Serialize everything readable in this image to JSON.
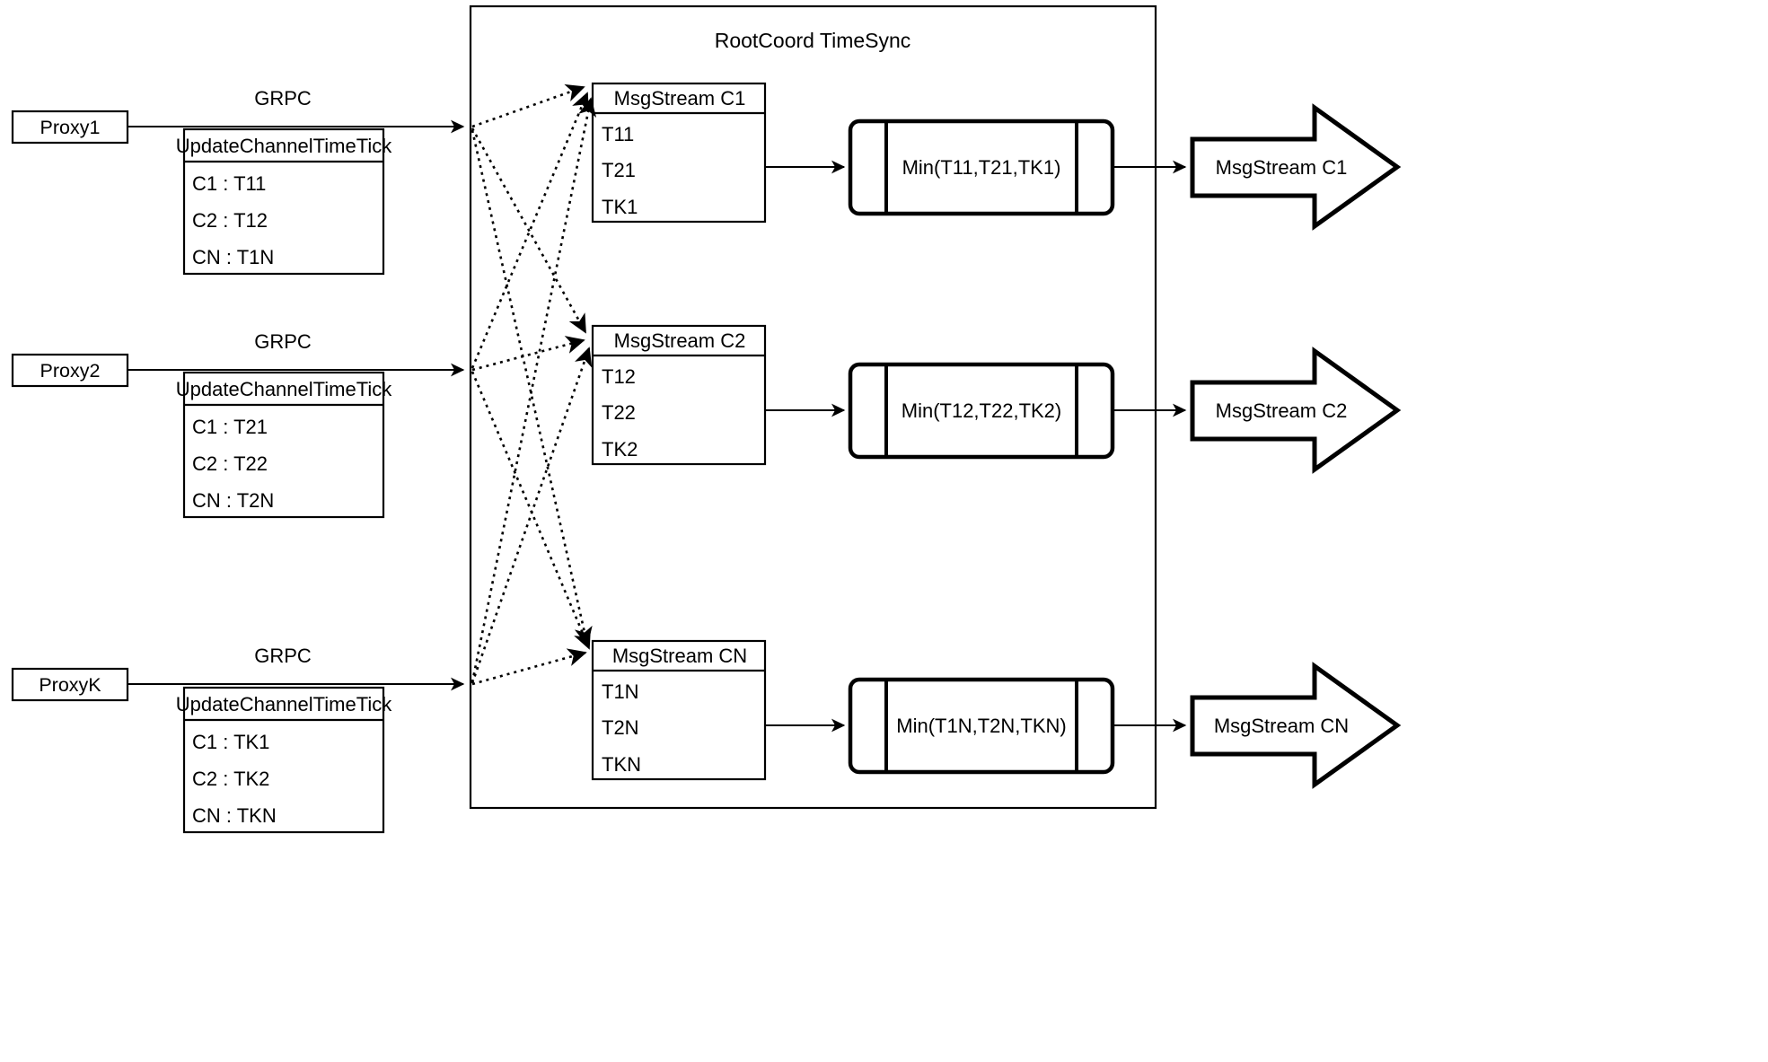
{
  "diagram": {
    "title": "RootCoord TimeSync",
    "container_label": "RootCoord TimeSync",
    "rows": [
      {
        "proxy_label": "Proxy1",
        "link_label": "GRPC",
        "rpc_title": "UpdateChannelTimeTick",
        "rpc_entries": [
          "C1 :  T11",
          "C2 :  T12",
          "CN : T1N"
        ],
        "msgstream_title": "MsgStream C1",
        "msgstream_entries": [
          "T11",
          "T21",
          "TK1"
        ],
        "min_label": "Min(T11,T21,TK1)",
        "output_label": "MsgStream C1"
      },
      {
        "proxy_label": "Proxy2",
        "link_label": "GRPC",
        "rpc_title": "UpdateChannelTimeTick",
        "rpc_entries": [
          "C1 :  T21",
          "C2 :  T22",
          "CN : T2N"
        ],
        "msgstream_title": "MsgStream C2",
        "msgstream_entries": [
          "T12",
          "T22",
          "TK2"
        ],
        "min_label": "Min(T12,T22,TK2)",
        "output_label": "MsgStream C2"
      },
      {
        "proxy_label": "ProxyK",
        "link_label": "GRPC",
        "rpc_title": "UpdateChannelTimeTick",
        "rpc_entries": [
          "C1 :  TK1",
          "C2 :  TK2",
          "CN : TKN"
        ],
        "msgstream_title": "MsgStream CN",
        "msgstream_entries": [
          "T1N",
          "T2N",
          "TKN"
        ],
        "min_label": "Min(T1N,T2N,TKN)",
        "output_label": "MsgStream CN"
      }
    ],
    "colors": {
      "stroke": "#000000",
      "fill": "#ffffff",
      "background": "#ffffff"
    }
  }
}
